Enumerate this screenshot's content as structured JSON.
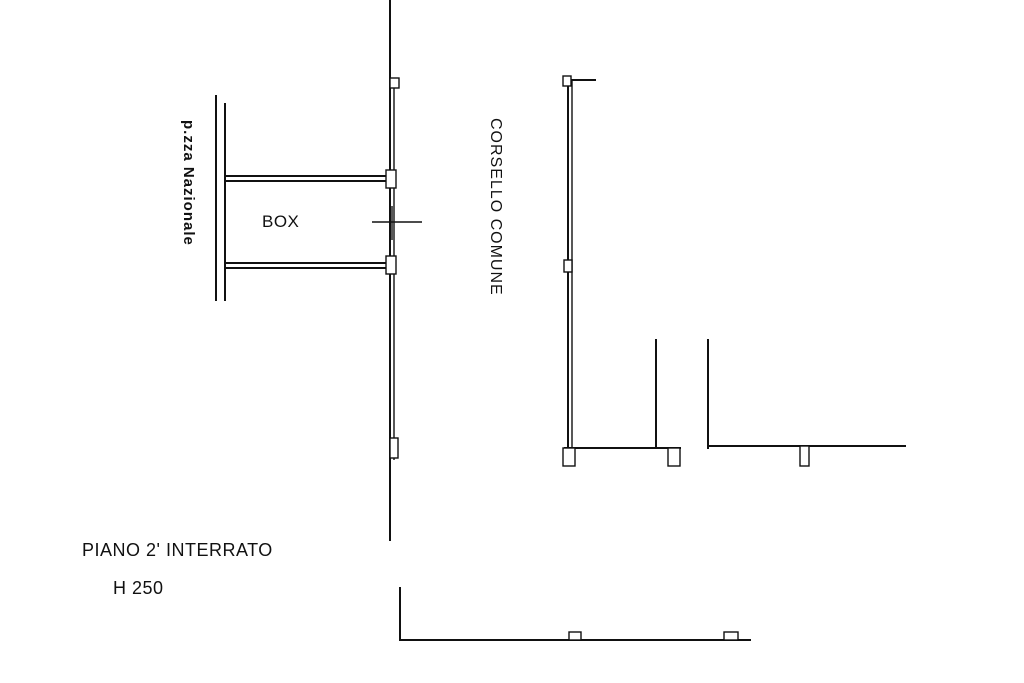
{
  "labels": {
    "street": "p.zza  Nazionale",
    "box": "BOX",
    "corridor": "CORSELLO  COMUNE",
    "floor": "PIANO 2' INTERRATO",
    "height": "H 250"
  }
}
